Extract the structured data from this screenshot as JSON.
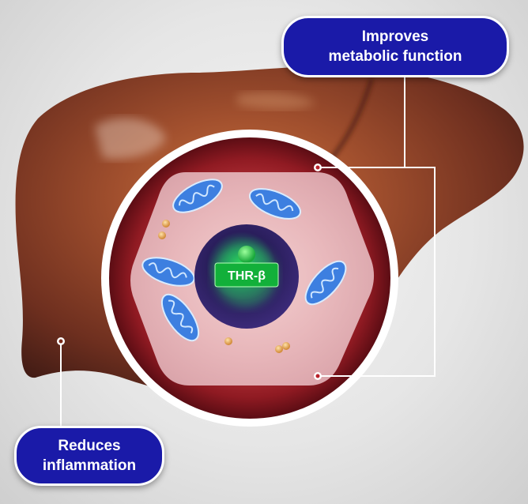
{
  "callouts": {
    "top": {
      "line1": "Improves",
      "line2": "metabolic function"
    },
    "bottom": {
      "line1": "Reduces",
      "line2": "inflammation"
    }
  },
  "receptor_label": "THR-β",
  "colors": {
    "callout_bg": "#1a1aa8",
    "liver": "#7a3a24",
    "cell_ring": "#8f1a22",
    "nucleus": "#2a1e5c",
    "receptor": "#1fd24a",
    "mitochondria": "#3d7fe0"
  }
}
